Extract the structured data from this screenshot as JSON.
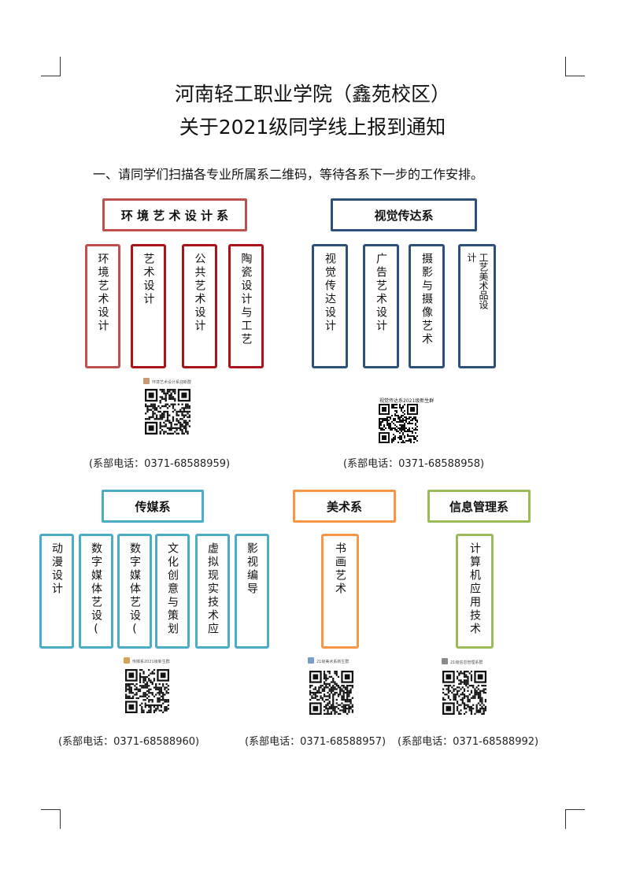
{
  "title_line1": "河南轻工职业学院（鑫苑校区）",
  "title_line2": "关于2021级同学线上报到通知",
  "intro": "一、请同学们扫描各专业所属系二维码，等待各系下一步的工作安排。",
  "colors": {
    "red": "#c0504d",
    "darkred": "#a8141a",
    "blue": "#2c4f7c",
    "teal": "#4bacc6",
    "orange": "#f79646",
    "green": "#9bbb59"
  },
  "departments": [
    {
      "name": "环 境 艺 术 设 计 系",
      "phone": "(系部电话：0371-68588959)",
      "qr_label": "环境艺术设计系迎新群",
      "majors": [
        "环境艺术设计",
        "艺术设计",
        "公共艺术设计",
        "陶瓷设计与工艺"
      ]
    },
    {
      "name": "视觉传达系",
      "phone": "(系部电话：0371-68588958)",
      "qr_label": "视觉传达系2021级新生群",
      "majors": [
        "视觉传达设计",
        "广告艺术设计",
        "摄影与摄像艺术",
        "工艺美术品设计"
      ]
    },
    {
      "name": "传媒系",
      "phone": "(系部电话：0371-68588960)",
      "qr_label": "传媒系2021级新生群",
      "majors": [
        "动漫设计",
        "数字媒体艺设(",
        "数字媒体艺设(",
        "文化创意与策划",
        "虚拟现实技术应",
        "影视编导"
      ]
    },
    {
      "name": "美术系",
      "phone": "(系部电话：0371-68588957)",
      "qr_label": "21级美术系新生群",
      "majors": [
        "书画艺术"
      ]
    },
    {
      "name": "信息管理系",
      "phone": "(系部电话：0371-68588992)",
      "qr_label": "21级信息管理系群",
      "majors": [
        "计算机应用技术"
      ]
    }
  ]
}
